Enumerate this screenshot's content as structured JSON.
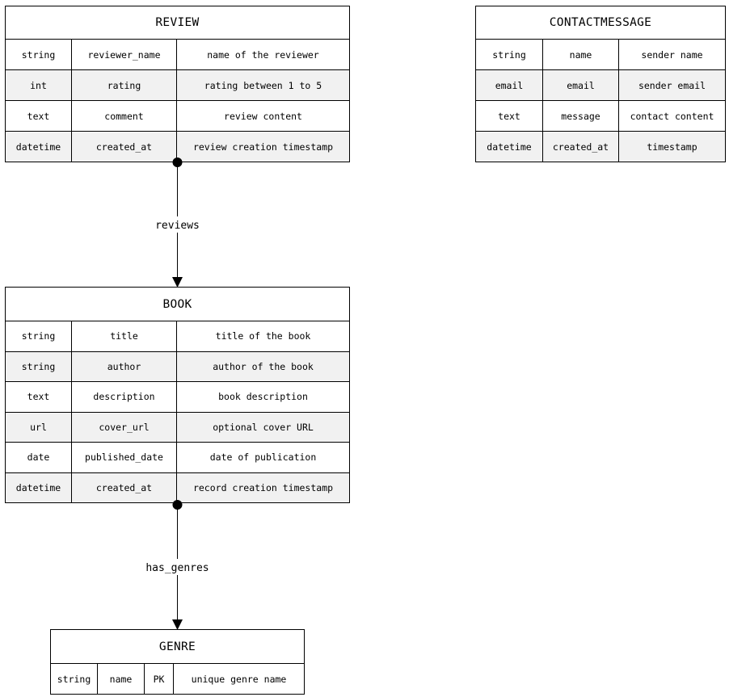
{
  "entities": {
    "review": {
      "name": "REVIEW",
      "attributes": [
        {
          "type": "string",
          "name": "reviewer_name",
          "key": "",
          "comment": "name of the reviewer"
        },
        {
          "type": "int",
          "name": "rating",
          "key": "",
          "comment": "rating between 1 to 5"
        },
        {
          "type": "text",
          "name": "comment",
          "key": "",
          "comment": "review content"
        },
        {
          "type": "datetime",
          "name": "created_at",
          "key": "",
          "comment": "review creation timestamp"
        }
      ]
    },
    "contactmessage": {
      "name": "CONTACTMESSAGE",
      "attributes": [
        {
          "type": "string",
          "name": "name",
          "key": "",
          "comment": "sender name"
        },
        {
          "type": "email",
          "name": "email",
          "key": "",
          "comment": "sender email"
        },
        {
          "type": "text",
          "name": "message",
          "key": "",
          "comment": "contact content"
        },
        {
          "type": "datetime",
          "name": "created_at",
          "key": "",
          "comment": "timestamp"
        }
      ]
    },
    "book": {
      "name": "BOOK",
      "attributes": [
        {
          "type": "string",
          "name": "title",
          "key": "",
          "comment": "title of the book"
        },
        {
          "type": "string",
          "name": "author",
          "key": "",
          "comment": "author of the book"
        },
        {
          "type": "text",
          "name": "description",
          "key": "",
          "comment": "book description"
        },
        {
          "type": "url",
          "name": "cover_url",
          "key": "",
          "comment": "optional cover URL"
        },
        {
          "type": "date",
          "name": "published_date",
          "key": "",
          "comment": "date of publication"
        },
        {
          "type": "datetime",
          "name": "created_at",
          "key": "",
          "comment": "record creation timestamp"
        }
      ]
    },
    "genre": {
      "name": "GENRE",
      "attributes": [
        {
          "type": "string",
          "name": "name",
          "key": "PK",
          "comment": "unique genre name"
        }
      ]
    }
  },
  "relationships": [
    {
      "from": "REVIEW",
      "to": "BOOK",
      "label": "reviews"
    },
    {
      "from": "BOOK",
      "to": "GENRE",
      "label": "has_genres"
    }
  ]
}
